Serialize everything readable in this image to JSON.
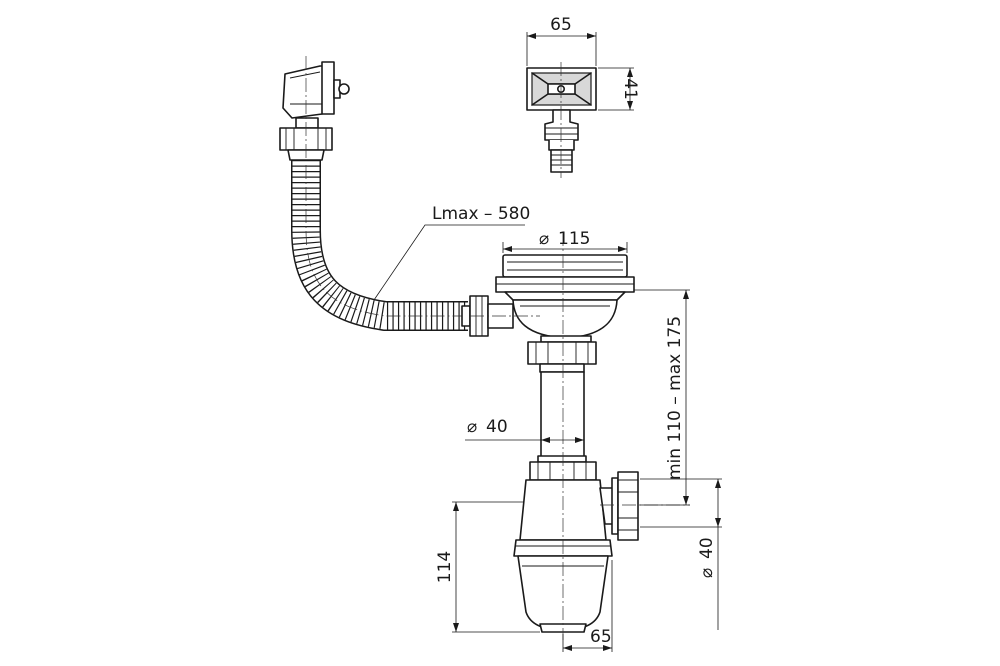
{
  "labels": {
    "top_width": "65",
    "top_height": "41",
    "hose_length": "Lmax – 580",
    "bowl_diameter": "115",
    "pipe_diameter": "40",
    "height_range": "min 110 – max 175",
    "outlet_diameter": "40",
    "trap_height": "114",
    "trap_width": "65"
  },
  "symbols": {
    "diameter": "⌀"
  },
  "colors": {
    "line": "#1a1a1a",
    "shade": "#d8d8d8",
    "background": "#ffffff"
  }
}
